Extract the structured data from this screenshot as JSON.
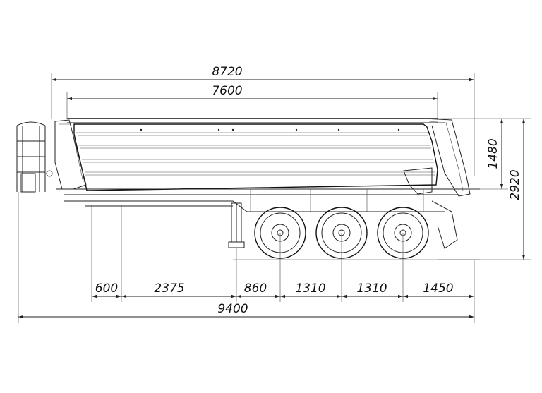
{
  "drawing": {
    "dimensions": {
      "overall_length": "9400",
      "length_with_drawbar": "8720",
      "body_length": "7600",
      "body_height": "1480",
      "total_height": "2920",
      "front_overhang": "600",
      "kingpin_to_landing_gear": "2375",
      "landing_gear_to_axle1": "860",
      "axle_spacing_1": "1310",
      "axle_spacing_2": "1310",
      "rear_overhang": "1450"
    },
    "colors": {
      "line": "#222222",
      "background": "#ffffff"
    }
  }
}
